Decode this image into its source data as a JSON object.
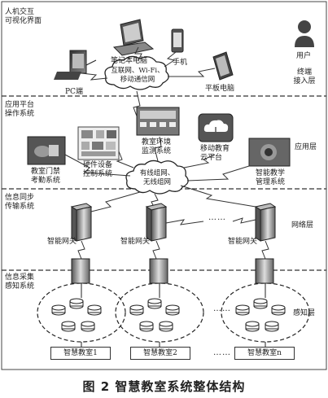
{
  "layers": {
    "interaction": {
      "label": "人机交互\n可视化界面"
    },
    "platform": {
      "label": "应用平台\n操作系统"
    },
    "transmission": {
      "label": "信息同步\n传输系统"
    },
    "sensing": {
      "label": "信息采集\n感知系统"
    }
  },
  "right_labels": {
    "user": "用户",
    "terminal": "终端\n接入层",
    "application": "应用层",
    "network": "网络层",
    "perception": "感知层"
  },
  "devices": {
    "pc": "PC端",
    "laptop": "笔记本电脑",
    "phone": "手机",
    "tablet": "平板电脑"
  },
  "cloud_top": "互联网、Wi-Fi、\n移动通信网",
  "cloud_mid": "有线组网、\n无线组网",
  "apps": {
    "attendance": "教室门禁\n考勤系统",
    "hardware": "硬件设备\n控制系统",
    "environment": "教室环境\n监测系统",
    "cloud_platform": "移动教育\n云平台",
    "smart_teaching": "智能教学\n管理系统"
  },
  "gateway_label": "智能网关",
  "ellipsis": "……",
  "classrooms": [
    "智慧教室1",
    "智慧教室2",
    "智慧教室n"
  ],
  "caption": "图 2   智慧教室系统整体结构"
}
